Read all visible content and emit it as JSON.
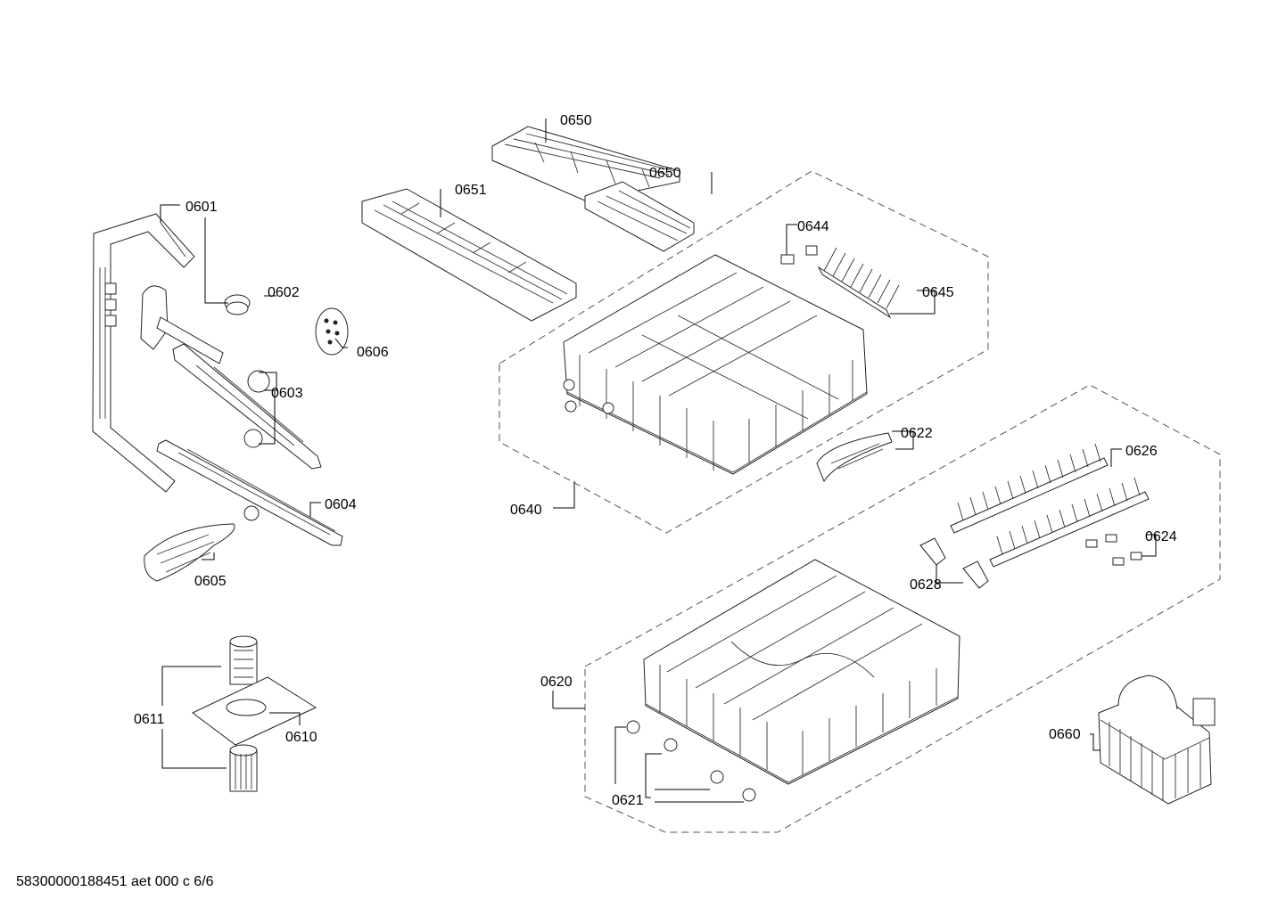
{
  "colors": {
    "background": "#ffffff",
    "line": "#000000",
    "part_outline": "#222222",
    "dashed_group": "#555555"
  },
  "diagram": {
    "parts": [
      {
        "id": "p0601",
        "label": "0601"
      },
      {
        "id": "p0602",
        "label": "0602"
      },
      {
        "id": "p0603",
        "label": "0603"
      },
      {
        "id": "p0604",
        "label": "0604"
      },
      {
        "id": "p0605",
        "label": "0605"
      },
      {
        "id": "p0606",
        "label": "0606"
      },
      {
        "id": "p0610",
        "label": "0610"
      },
      {
        "id": "p0611",
        "label": "0611"
      },
      {
        "id": "p0620",
        "label": "0620"
      },
      {
        "id": "p0621",
        "label": "0621"
      },
      {
        "id": "p0622",
        "label": "0622"
      },
      {
        "id": "p0624",
        "label": "0624"
      },
      {
        "id": "p0626",
        "label": "0626"
      },
      {
        "id": "p0628",
        "label": "0628"
      },
      {
        "id": "p0640",
        "label": "0640"
      },
      {
        "id": "p0644",
        "label": "0644"
      },
      {
        "id": "p0645",
        "label": "0645"
      },
      {
        "id": "p0650a",
        "label": "0650"
      },
      {
        "id": "p0650b",
        "label": "0650"
      },
      {
        "id": "p0651",
        "label": "0651"
      },
      {
        "id": "p0660",
        "label": "0660"
      }
    ]
  },
  "footer": {
    "text": "58300000188451 aet 000 c 6/6"
  }
}
